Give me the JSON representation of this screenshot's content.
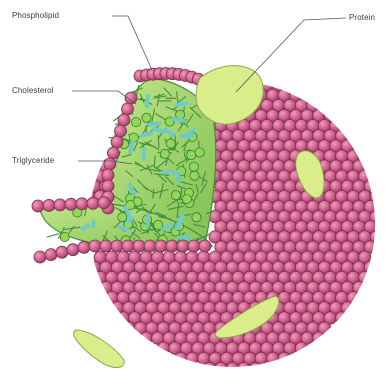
{
  "figure": {
    "labels": {
      "phospholipid": "Phospholipid",
      "protein": "Protein",
      "cholesterol": "Cholesterol",
      "triglyceride": "Triglyceride"
    }
  },
  "colors": {
    "phospholipid_head": "#c85a86",
    "phospholipid_head_light": "#e08aaa",
    "phospholipid_outline": "#7a2d4e",
    "core": "#9fd36a",
    "core_dark": "#3f8f3a",
    "cholesterol": "#5fbf9a",
    "triglyceride": "#6ec9c9",
    "protein": "#d9ee8a",
    "leader_line": "#555555"
  }
}
